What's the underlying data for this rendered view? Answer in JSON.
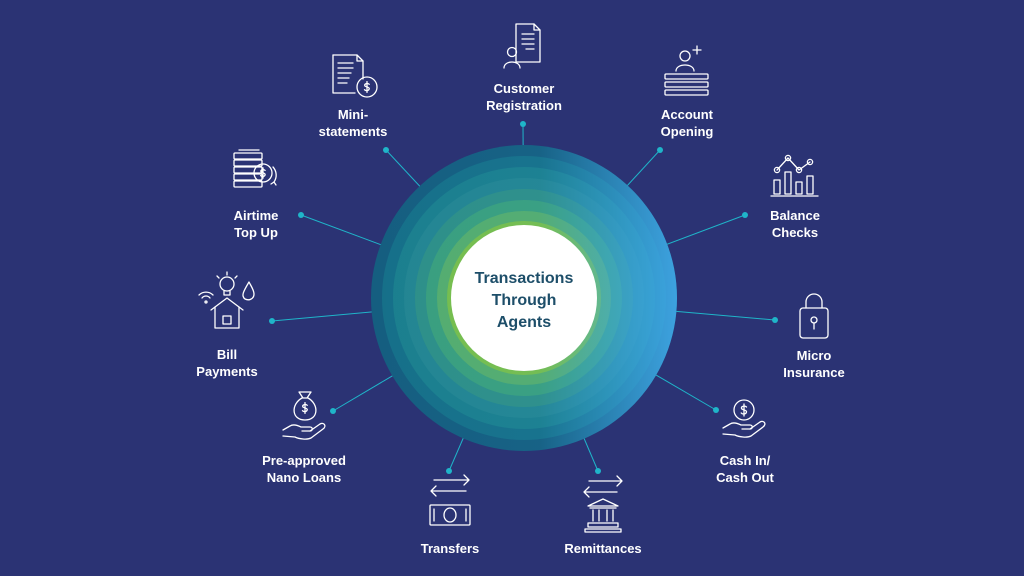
{
  "center": {
    "lines": [
      "Transactions",
      "Through",
      "Agents"
    ]
  },
  "colors": {
    "background": "#2b3374",
    "connector": "#1fb5c9",
    "label": "#ffffff",
    "icon_stroke": "#ffffff",
    "center_text": "#1d4e69",
    "rings": [
      "#155e80",
      "#167089",
      "#1b7f8e",
      "#238592",
      "#2e8f88",
      "#3a9f7e",
      "#55ad6e",
      "#77be4c"
    ],
    "ring_right_tint": "#44aef0"
  },
  "services": [
    {
      "id": "customer-registration",
      "icon": "document-person-icon",
      "lines": [
        "Customer",
        "Registration"
      ]
    },
    {
      "id": "account-opening",
      "icon": "add-user-icon",
      "lines": [
        "Account",
        "Opening"
      ]
    },
    {
      "id": "balance-checks",
      "icon": "bar-chart-icon",
      "lines": [
        "Balance",
        "Checks"
      ]
    },
    {
      "id": "micro-insurance",
      "icon": "lock-icon",
      "lines": [
        "Micro",
        "Insurance"
      ]
    },
    {
      "id": "cash-in-out",
      "icon": "hand-coin-icon",
      "lines": [
        "Cash In/",
        "Cash Out"
      ]
    },
    {
      "id": "remittances",
      "icon": "bank-arrows-icon",
      "lines": [
        "Remittances"
      ]
    },
    {
      "id": "transfers",
      "icon": "banknote-arrows-icon",
      "lines": [
        "Transfers"
      ]
    },
    {
      "id": "pre-approved-nano-loans",
      "icon": "money-bag-hand-icon",
      "lines": [
        "Pre-approved",
        "Nano Loans"
      ]
    },
    {
      "id": "bill-payments",
      "icon": "house-utilities-icon",
      "lines": [
        "Bill",
        "Payments"
      ]
    },
    {
      "id": "airtime-top-up",
      "icon": "coin-stack-icon",
      "lines": [
        "Airtime",
        "Top Up"
      ]
    },
    {
      "id": "mini-statements",
      "icon": "statement-dollar-icon",
      "lines": [
        "Mini-",
        "statements"
      ]
    }
  ]
}
